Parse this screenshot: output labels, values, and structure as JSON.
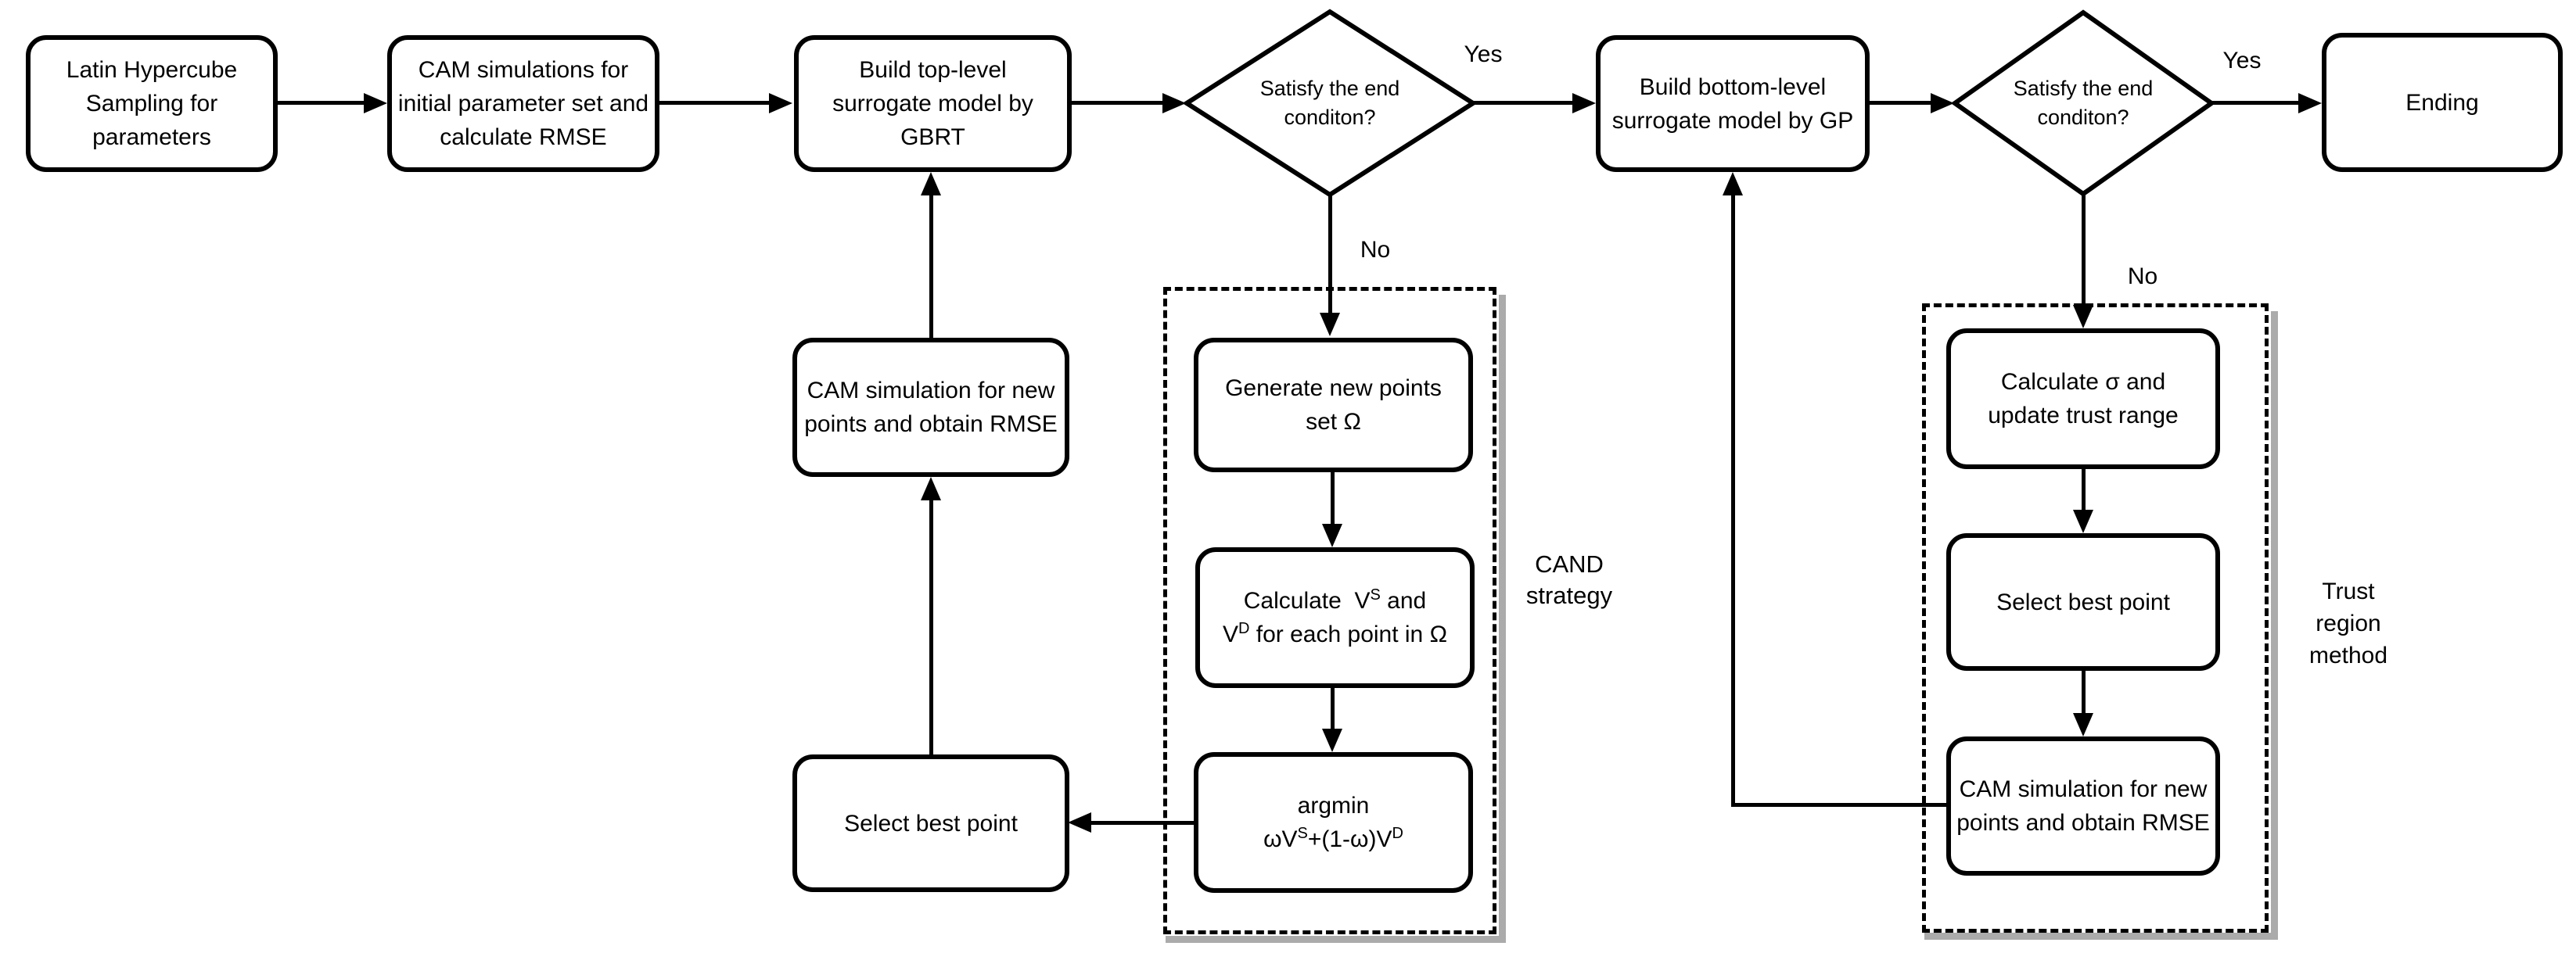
{
  "diagram": {
    "nodes": {
      "lhs": {
        "label": "Latin Hypercube Sampling for parameters"
      },
      "cam_init": {
        "label": "CAM simulations for initial parameter set and calculate RMSE"
      },
      "gbrt": {
        "label": "Build top-level surrogate model by GBRT"
      },
      "decision1": {
        "line1": "Satisfy the end",
        "line2": "conditon?"
      },
      "gp": {
        "label": "Build bottom-level surrogate model by GP"
      },
      "decision2": {
        "line1": "Satisfy the end",
        "line2": "conditon?"
      },
      "ending": {
        "label": "Ending"
      },
      "cam_new_left": {
        "label": "CAM simulation for new points and obtain RMSE"
      },
      "select_left": {
        "label": "Select best point"
      },
      "generate": {
        "label": "Generate new points set Ω"
      },
      "calc_v": {
        "l1p1": "Calculate  V",
        "l1sup": "S",
        "l1p2": " and",
        "l2p1": "V",
        "l2sup": "D",
        "l2p2": " for each point in Ω"
      },
      "argmin": {
        "line1": "argmin",
        "l2p1": "ωV",
        "l2sup1": "S",
        "l2p2": "+(1-ω)V",
        "l2sup2": "D"
      },
      "calc_sigma": {
        "label": "Calculate σ and update trust range"
      },
      "select_right": {
        "label": "Select best point"
      },
      "cam_new_right": {
        "label": "CAM simulation for new points and obtain RMSE"
      }
    },
    "edge_labels": {
      "yes1": "Yes",
      "no1": "No",
      "yes2": "Yes",
      "no2": "No"
    },
    "region_labels": {
      "cand": "CAND strategy",
      "trust": "Trust region method"
    },
    "colors": {
      "stroke": "#000000",
      "background": "#ffffff",
      "shadow": "#ababab"
    }
  }
}
